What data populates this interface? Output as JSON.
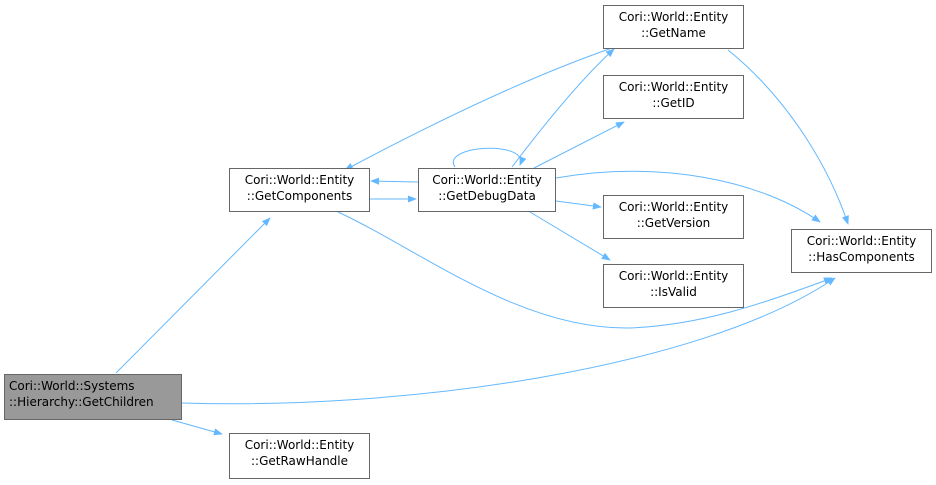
{
  "graph": {
    "edge_color": "#63b8ff",
    "nodes": [
      {
        "id": "children",
        "line1": "Cori::World::Systems",
        "line2": "::Hierarchy::GetChildren",
        "root": true
      },
      {
        "id": "components",
        "line1": "Cori::World::Entity",
        "line2": "::GetComponents"
      },
      {
        "id": "debugdata",
        "line1": "Cori::World::Entity",
        "line2": "::GetDebugData"
      },
      {
        "id": "getname",
        "line1": "Cori::World::Entity",
        "line2": "::GetName"
      },
      {
        "id": "getid",
        "line1": "Cori::World::Entity",
        "line2": "::GetID"
      },
      {
        "id": "getversion",
        "line1": "Cori::World::Entity",
        "line2": "::GetVersion"
      },
      {
        "id": "isvalid",
        "line1": "Cori::World::Entity",
        "line2": "::IsValid"
      },
      {
        "id": "hascomponents",
        "line1": "Cori::World::Entity",
        "line2": "::HasComponents"
      },
      {
        "id": "rawhandle",
        "line1": "Cori::World::Entity",
        "line2": "::GetRawHandle"
      }
    ],
    "edges": [
      {
        "from": "children",
        "to": "components"
      },
      {
        "from": "children",
        "to": "hascomponents"
      },
      {
        "from": "children",
        "to": "rawhandle"
      },
      {
        "from": "components",
        "to": "debugdata"
      },
      {
        "from": "components",
        "to": "hascomponents"
      },
      {
        "from": "debugdata",
        "to": "components"
      },
      {
        "from": "debugdata",
        "to": "debugdata"
      },
      {
        "from": "debugdata",
        "to": "getname"
      },
      {
        "from": "debugdata",
        "to": "getid"
      },
      {
        "from": "debugdata",
        "to": "getversion"
      },
      {
        "from": "debugdata",
        "to": "isvalid"
      },
      {
        "from": "debugdata",
        "to": "hascomponents"
      },
      {
        "from": "getname",
        "to": "components"
      },
      {
        "from": "getname",
        "to": "hascomponents"
      }
    ]
  }
}
